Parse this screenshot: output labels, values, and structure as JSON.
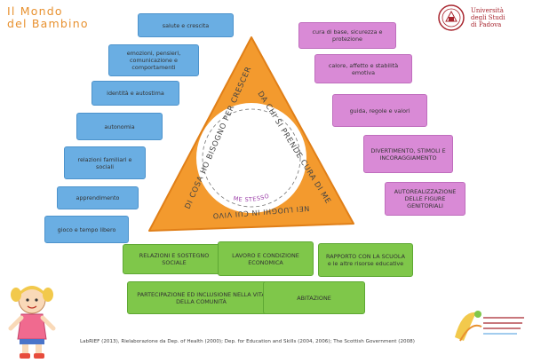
{
  "title": "Il Mondo\ndel Bambino",
  "university": {
    "line1": "Università",
    "line2": "degli Studi",
    "line3": "di Padova"
  },
  "center": {
    "side_left": "DI COSA HO BISOGNO PER CRESCERE",
    "side_right": "DA CHI SI PRENDE CURA DI ME",
    "side_bottom": "NEI LUOGHI IN CUI VIVO",
    "me": "ME STESSO/A"
  },
  "left_boxes": [
    "salute e crescita",
    "emozioni, pensieri, comunicazione e comportamenti",
    "identità e autostima",
    "autonomia",
    "relazioni familiari e sociali",
    "apprendimento",
    "gioco e tempo libero"
  ],
  "right_boxes": [
    "cura di base, sicurezza e protezione",
    "calore, affetto e stabilità emotiva",
    "guida, regole e valori",
    "DIVERTIMENTO, STIMOLI E INCORAGGIAMENTO",
    "AUTOREALIZZAZIONE DELLE FIGURE GENITORIALI"
  ],
  "bottom_boxes": [
    "RELAZIONI E SOSTEGNO SOCIALE",
    "LAVORO E CONDIZIONE ECONOMICA",
    "RAPPORTO CON LA SCUOLA e le altre risorse educative",
    "PARTECIPAZIONE ED INCLUSIONE NELLA VITA DELLA COMUNITÀ",
    "ABITAZIONE"
  ],
  "footer": "LabRIEF (2013), Rielaborazione da Dep. of Health (2000); Dep. for Education and Skills (2004, 2006); The Scottish Government (2008)",
  "colors": {
    "title": "#e8912f",
    "triangle": "#f39a2e",
    "blue": "#6aaee3",
    "pink": "#d98ad6",
    "green": "#7fc74a",
    "university": "#a8262f"
  }
}
